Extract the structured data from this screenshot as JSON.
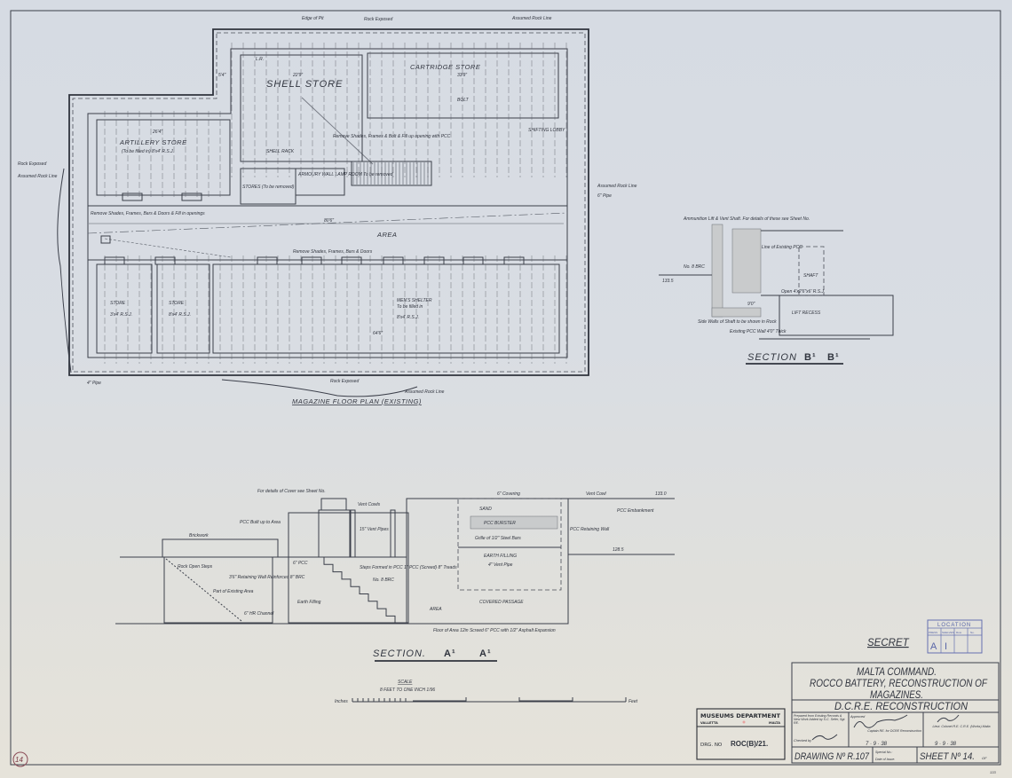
{
  "floor_plan": {
    "title": "MAGAZINE FLOOR PLAN (EXISTING)",
    "labels": {
      "shell_store": "SHELL STORE",
      "cartridge_store": "CARTRIDGE STORE",
      "artillery_store": "ARTILLERY STORE",
      "artillery_note": "(To be filled in) 8'x4' R.S.J.",
      "area": "AREA",
      "store_1": "STORE",
      "store_1_dim": "3'x4' R.S.J.",
      "store_2": "STORE",
      "store_2_dim": "8'x4' R.S.J.",
      "shelter": "MEN'S SHELTER",
      "shelter_note": "To be filled in",
      "shelter_dim": "8'x4' R.S.J.",
      "stores_removed": "STORES (To be removed)",
      "lamp_room": "ARMOURY WALL LAMP ROOM To be removed",
      "shifting_lobby": "SHIFTING LOBBY",
      "shell_rack": "SHELL RACK",
      "bolt": "BOLT",
      "lr": "L.R.",
      "dim_shell": "22'9\"",
      "dim_cartridge": "33'9\"",
      "dim_artillery": "26'4\"",
      "dim_area": "80'6\"",
      "dim_shelter": "64'6\"",
      "dim_side": "5'4\"",
      "note_top_left": "Edge of Pit",
      "note_top_mid": "Rock Exposed",
      "note_top_right": "Assumed Rock Line",
      "note_left": "Rock Exposed",
      "note_left2": "Assumed Rock Line",
      "note_right": "Assumed Rock Line",
      "note_right2": "6\" Pipe",
      "note_bottom": "Rock Exposed",
      "note_bottom2": "Assumed Rock Line",
      "note_pipe": "4\" Pipe",
      "remove_shades": "Remove Shades, Frames, Bars & Doors & Fill in openings",
      "remove_shades_2": "Remove Shades, Frames, Bars & Doors",
      "remove_frames": "Remove Shades, Frames & Bolt & Fill up opening with PCC"
    }
  },
  "section_b": {
    "title_word": "SECTION",
    "title_mark_1": "B¹",
    "title_mark_2": "B¹",
    "labels": {
      "note_top": "Ammunition Lift & Vent Shaft. For details of these see Sheet No.",
      "reinf": "No. 8 BRC",
      "line_of_ground": "Line of Existing PCC",
      "shaft": "SHAFT",
      "lift_recess": "LIFT RECESS",
      "side_walls": "Side Walls of Shaft to be shown in Rock",
      "existing_wall": "Existing PCC Wall 4'0\" Thick",
      "dim_bottom": "9'0\"",
      "dim_opening": "Open 4'x2'6\"x6' R.S.J.",
      "level": "133.5"
    }
  },
  "section_a": {
    "title_word": "SECTION.",
    "title_mark_1": "A¹",
    "title_mark_2": "A¹",
    "labels": {
      "note_top": "For details of Cover see Sheet No.",
      "vent_cowls": "Vent Cowls",
      "vent_cowl": "Vent Cowl",
      "vent_pipes": "15\" Vent Pipes",
      "pcc_built": "PCC Built up to Area",
      "brickwork": "Brickwork",
      "rock_open_steps": "Rock Open Steps",
      "existing_area": "Part of Existing Area",
      "retaining_wall": "3'6\" Retaining Wall Reinforced 8\" BRC",
      "channel": "6\" HR Channel",
      "earth_filling": "Earth Filling",
      "steps": "Steps Formed in PCC 1\" PCC (Screed) 8\" Treads",
      "brc": "No. 8 BRC",
      "pcc": "6\" PCC",
      "sand": "SAND",
      "pcc_burster": "PCC BURSTER",
      "grille": "Grille of 1/2\" Steel Bars",
      "earth_filling_2": "EARTH FILLING",
      "vent_pipe_2": "4\" Vent Pipe",
      "covered_passage": "COVERED PASSAGE",
      "area": "AREA",
      "floor_note": "Floor of Area 12in Screed 6\" PCC with 1/2\" Asphalt Expansion",
      "retaining_wall_2": "PCC Retaining Wall",
      "embankment": "PCC Embankment",
      "level_1": "133.0",
      "level_2": "128.5",
      "covering": "6\" Covering"
    }
  },
  "scale": {
    "title": "SCALE",
    "subtitle": "8 FEET TO ONE INCH 1/96",
    "left": "Inches",
    "right": "Feet"
  },
  "secret": "SECRET",
  "location_stamp": {
    "title": "LOCATION",
    "cols": [
      "PRESS",
      "SHELVES",
      "Row",
      "No."
    ],
    "values": [
      "A",
      "I",
      "",
      ""
    ]
  },
  "title_block": {
    "line1": "MALTA COMMAND.",
    "line2": "ROCCO BATTERY, RECONSTRUCTION OF",
    "line3": "MAGAZINES.",
    "dept": "D.C.R.E. RECONSTRUCTION",
    "drawn": "Prepared from Existing Records & New Work Added by S.C. Sefer, Sgt. RE.",
    "checked": "Checked by",
    "approved_label": "Approved",
    "approved_role": "Captain RE. for DCRE Reconstruction",
    "approved_date": "7 · 9 · 38",
    "signed_role": "Lieut. Colonel R.E. C.R.E. (Works) Malta",
    "signed_date": "9 · 9 · 38",
    "drawing_no": "DRAWING Nº R.107",
    "special_no": "Special No.:",
    "date_of_issue": "Date of Issue:",
    "sheet_no": "SHEET Nº 14.",
    "sheet_of": "OF"
  },
  "museum_stamp": {
    "title": "MUSEUMS DEPARTMENT",
    "city": "VALLETTA",
    "country": "MALTA",
    "drg_label": "DRG. NO",
    "drg_value": "ROC(B)/21."
  },
  "page_number": "14",
  "corner_number": "133"
}
